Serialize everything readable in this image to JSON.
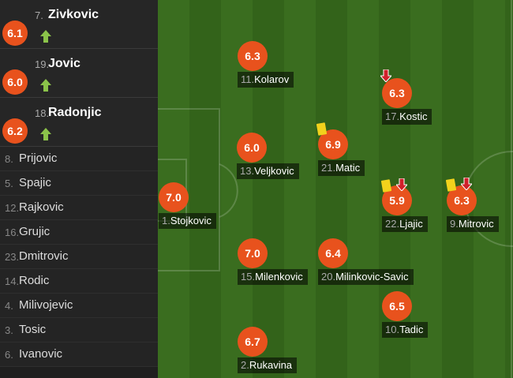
{
  "substitutes": [
    {
      "number": "7.",
      "name": "Zivkovic",
      "rating": "6.1",
      "icon": "arrow-up-icon"
    },
    {
      "number": "19.",
      "name": "Jovic",
      "rating": "6.0",
      "icon": "arrow-up-icon"
    },
    {
      "number": "18.",
      "name": "Radonjic",
      "rating": "6.2",
      "icon": "arrow-up-icon"
    }
  ],
  "bench": [
    {
      "number": "8.",
      "name": "Prijovic"
    },
    {
      "number": "5.",
      "name": "Spajic"
    },
    {
      "number": "12.",
      "name": "Rajkovic"
    },
    {
      "number": "16.",
      "name": "Grujic"
    },
    {
      "number": "23.",
      "name": "Dmitrovic"
    },
    {
      "number": "14.",
      "name": "Rodic"
    },
    {
      "number": "4.",
      "name": "Milivojevic"
    },
    {
      "number": "3.",
      "name": "Tosic"
    },
    {
      "number": "6.",
      "name": "Ivanovic"
    }
  ],
  "lineup": [
    {
      "number": "11.",
      "name": "Kolarov",
      "rating": "6.3"
    },
    {
      "number": "17.",
      "name": "Kostic",
      "rating": "6.3",
      "subbed_off": true
    },
    {
      "number": "13.",
      "name": "Veljkovic",
      "rating": "6.0"
    },
    {
      "number": "21.",
      "name": "Matic",
      "rating": "6.9",
      "yellow_card": true
    },
    {
      "number": "1.",
      "name": "Stojkovic",
      "rating": "7.0"
    },
    {
      "number": "22.",
      "name": "Ljajic",
      "rating": "5.9",
      "yellow_card": true,
      "subbed_off": true
    },
    {
      "number": "9.",
      "name": "Mitrovic",
      "rating": "6.3",
      "yellow_card": true,
      "subbed_off": true
    },
    {
      "number": "15.",
      "name": "Milenkovic",
      "rating": "7.0"
    },
    {
      "number": "20.",
      "name": "Milinkovic-Savic",
      "rating": "6.4"
    },
    {
      "number": "10.",
      "name": "Tadic",
      "rating": "6.5"
    },
    {
      "number": "2.",
      "name": "Rukavina",
      "rating": "6.7"
    }
  ],
  "colors": {
    "rating_badge": "#e8521d",
    "sub_on_arrow": "#8bc34a",
    "sub_off_arrow": "#d0202a",
    "yellow_card": "#f2d21c",
    "pitch": "#3a6d1f"
  }
}
